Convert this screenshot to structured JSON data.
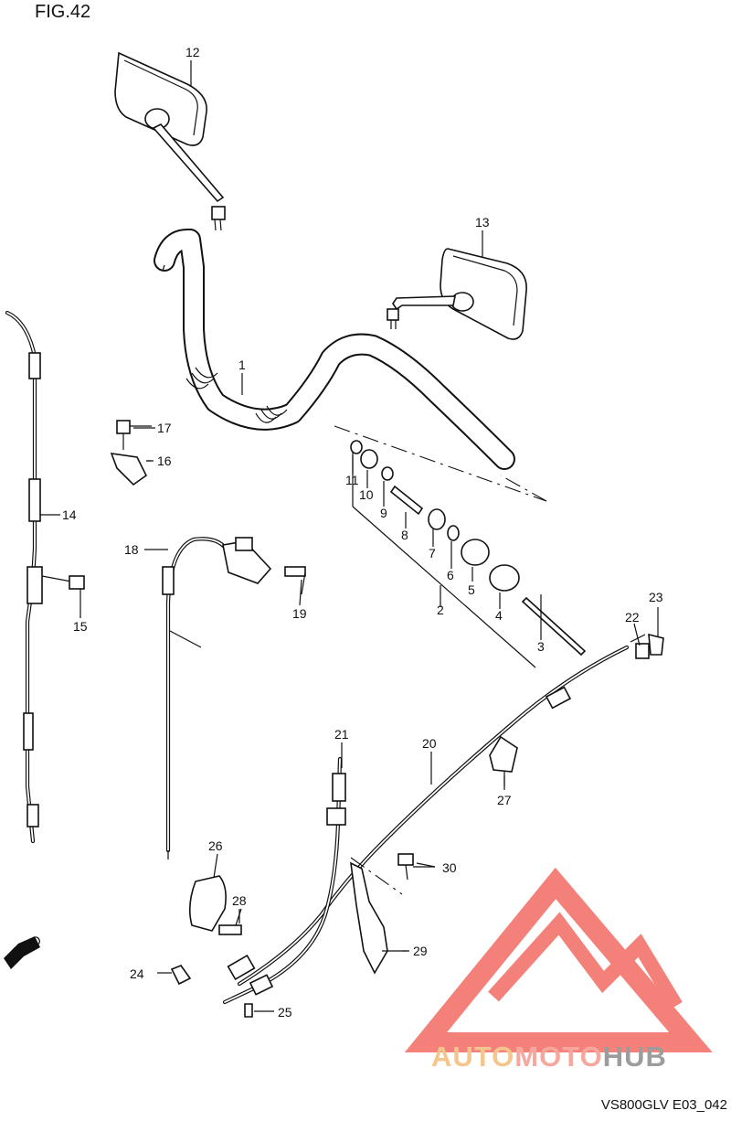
{
  "figure": {
    "title": "FIG.42",
    "drawing_code": "VS800GLV E03_042",
    "direction_arrow_label": "FWD"
  },
  "callouts": [
    "1",
    "2",
    "3",
    "4",
    "5",
    "6",
    "7",
    "8",
    "9",
    "10",
    "11",
    "12",
    "13",
    "14",
    "15",
    "16",
    "17",
    "18",
    "19",
    "20",
    "21",
    "22",
    "23",
    "24",
    "25",
    "26",
    "27",
    "28",
    "29",
    "30"
  ],
  "logo": {
    "word_auto": "AUTO",
    "word_moto": "MOTO",
    "word_hub": "HUB",
    "colors": {
      "auto": "#f5c58e",
      "moto": "#f7a79e",
      "hub": "#9c9c9c",
      "emblem": "#f36b63"
    }
  }
}
